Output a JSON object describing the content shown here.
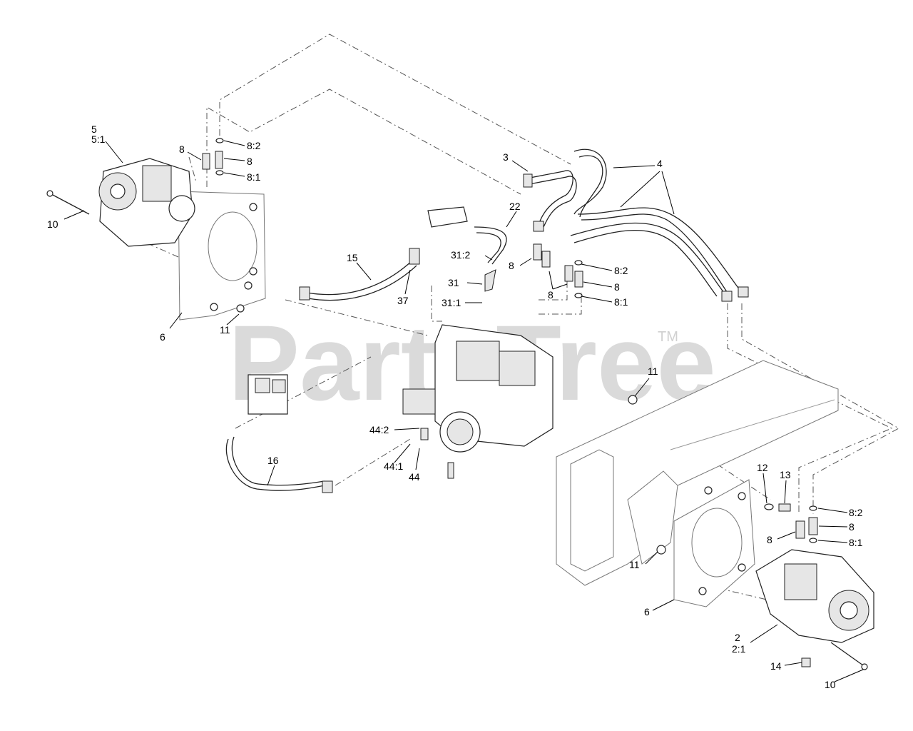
{
  "watermark": {
    "brand": "PartsTree",
    "trademark": "TM"
  },
  "callouts": [
    {
      "id": "c5",
      "text": "5"
    },
    {
      "id": "c5_1",
      "text": "5:1"
    },
    {
      "id": "c10a",
      "text": "10"
    },
    {
      "id": "c8a",
      "text": "8"
    },
    {
      "id": "c8_2a",
      "text": "8:2"
    },
    {
      "id": "c8b",
      "text": "8"
    },
    {
      "id": "c8_1a",
      "text": "8:1"
    },
    {
      "id": "c6a",
      "text": "6"
    },
    {
      "id": "c11a",
      "text": "11"
    },
    {
      "id": "c3",
      "text": "3"
    },
    {
      "id": "c4",
      "text": "4"
    },
    {
      "id": "c22",
      "text": "22"
    },
    {
      "id": "c15",
      "text": "15"
    },
    {
      "id": "c31_2",
      "text": "31:2"
    },
    {
      "id": "c31",
      "text": "31"
    },
    {
      "id": "c31_1",
      "text": "31:1"
    },
    {
      "id": "c37",
      "text": "37"
    },
    {
      "id": "c8c",
      "text": "8"
    },
    {
      "id": "c8d",
      "text": "8"
    },
    {
      "id": "c8_2b",
      "text": "8:2"
    },
    {
      "id": "c8e",
      "text": "8"
    },
    {
      "id": "c8_1b",
      "text": "8:1"
    },
    {
      "id": "c11b",
      "text": "11"
    },
    {
      "id": "c44_2",
      "text": "44:2"
    },
    {
      "id": "c44_1",
      "text": "44:1"
    },
    {
      "id": "c44",
      "text": "44"
    },
    {
      "id": "c16",
      "text": "16"
    },
    {
      "id": "c12",
      "text": "12"
    },
    {
      "id": "c13",
      "text": "13"
    },
    {
      "id": "c8_2c",
      "text": "8:2"
    },
    {
      "id": "c8f",
      "text": "8"
    },
    {
      "id": "c8g",
      "text": "8"
    },
    {
      "id": "c8_1c",
      "text": "8:1"
    },
    {
      "id": "c11c",
      "text": "11"
    },
    {
      "id": "c6b",
      "text": "6"
    },
    {
      "id": "c2",
      "text": "2"
    },
    {
      "id": "c2_1",
      "text": "2:1"
    },
    {
      "id": "c14",
      "text": "14"
    },
    {
      "id": "c10b",
      "text": "10"
    }
  ]
}
